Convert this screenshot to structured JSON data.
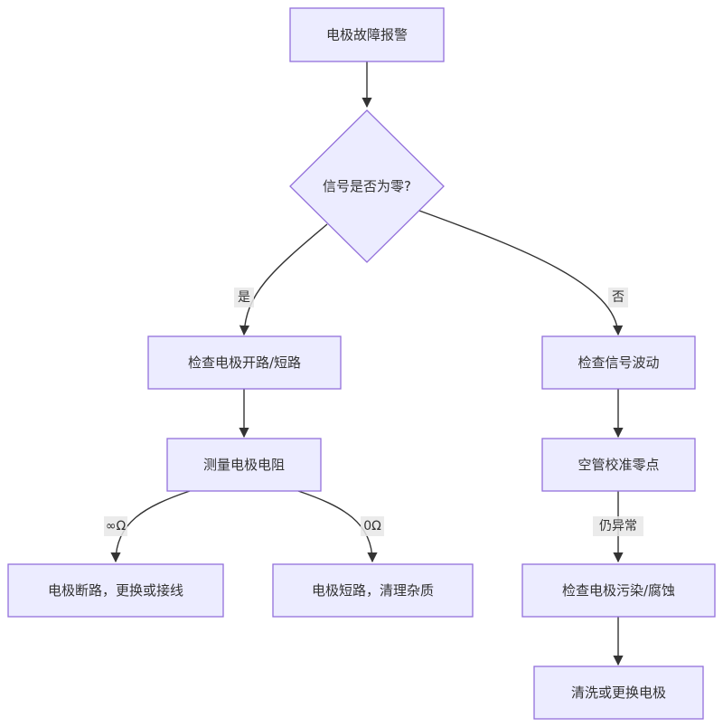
{
  "nodes": {
    "alarm": "电极故障报警",
    "decision": "信号是否为零?",
    "check_open_short": "检查电极开路/短路",
    "measure_resistance": "测量电极电阻",
    "open_circuit": "电极断路，更换或接线",
    "short_circuit": "电极短路，清理杂质",
    "check_fluctuation": "检查信号波动",
    "zero_calibration": "空管校准零点",
    "check_contamination": "检查电极污染/腐蚀",
    "clean_replace": "清洗或更换电极"
  },
  "edge_labels": {
    "yes": "是",
    "no": "否",
    "infinite_ohm": "∞Ω",
    "zero_ohm": "0Ω",
    "still_abnormal": "仍异常"
  },
  "colors": {
    "node_fill": "#ececff",
    "node_stroke": "#9370db",
    "edge": "#333333",
    "label_bg": "#e8e8e8"
  }
}
